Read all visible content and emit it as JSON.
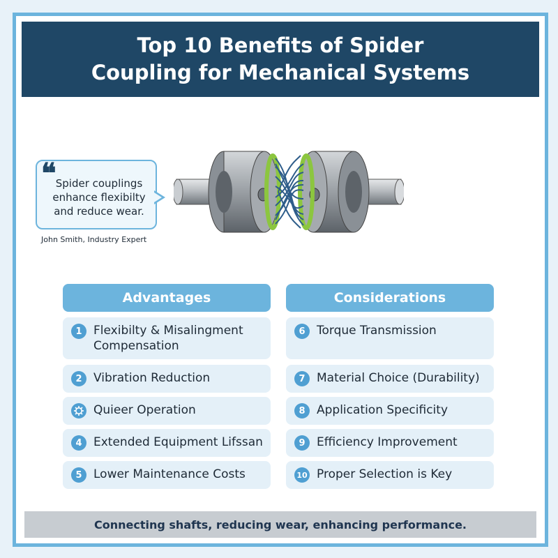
{
  "title": "Top 10 Benefits of Spider Coupling for Mechanical Systems",
  "quote": {
    "mark": "❝",
    "text": "Spider couplings enhance flexibilty and reduce wear.",
    "author": "John Smith, Industry Expert"
  },
  "advantages": {
    "heading": "Advantages",
    "items": [
      {
        "number": "1",
        "label": "Flexibilty & Misalingment Compensation"
      },
      {
        "number": "2",
        "label": "Vibration Reduction"
      },
      {
        "number": "",
        "icon": "gear-icon",
        "label": "Quieer Operation"
      },
      {
        "number": "4",
        "label": "Extended Equipment Lifssan"
      },
      {
        "number": "5",
        "label": "Lower Maintenance Costs"
      }
    ]
  },
  "considerations": {
    "heading": "Considerations",
    "items": [
      {
        "number": "6",
        "label": "Torque Transmission"
      },
      {
        "number": "7",
        "label": "Material Choice (Durability)"
      },
      {
        "number": "8",
        "label": "Application Specificity"
      },
      {
        "number": "9",
        "label": "Efficiency Improvement"
      },
      {
        "number": "10",
        "label": "Proper Selection is Key"
      }
    ]
  },
  "footer": "Connecting shafts, reducing wear, enhancing performance.",
  "colors": {
    "header_bg": "#1f4766",
    "accent": "#6cb4dd",
    "badge": "#4f9fd2",
    "item_bg": "#e4f0f8",
    "spider_green": "#8cc63f",
    "footer_bg": "#c7ccd1"
  }
}
